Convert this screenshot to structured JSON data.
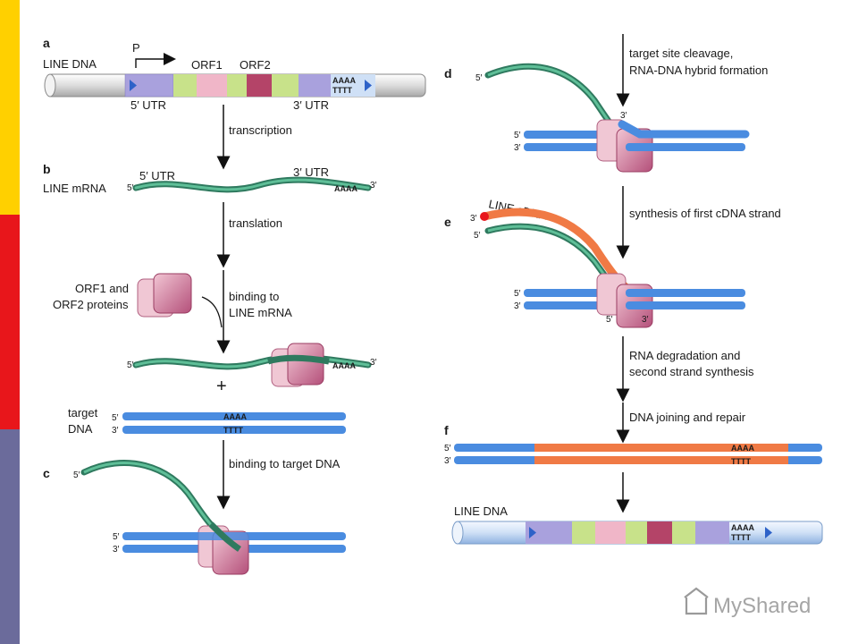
{
  "colors": {
    "accent_yellow": "#ffd000",
    "accent_red": "#e8161b",
    "accent_slate": "#6b6b9b",
    "dna_blue": "#4a8ce0",
    "mrna_green": "#3d9a78",
    "cdna_orange": "#f07a45",
    "protein_pink": "#c96a86",
    "orf_green": "#c8e28a",
    "orf_pink": "#f0b6c8",
    "orf_maroon": "#b44468",
    "utr_purple": "#a9a1dd"
  },
  "panels": {
    "a": {
      "letter": "a",
      "title": "LINE DNA",
      "promoter": "P",
      "orf1": "ORF1",
      "orf2": "ORF2",
      "utr5": "5′ UTR",
      "utr3": "3′ UTR",
      "polyA_top": "AAAA",
      "polyA_bottom": "TTTT"
    },
    "b": {
      "letter": "b",
      "title": "LINE mRNA",
      "utr5": "5′ UTR",
      "utr3": "3′ UTR",
      "end5": "5′",
      "end3": "3′",
      "polyA": "AAAA"
    },
    "proteins": {
      "label_line1": "ORF1 and",
      "label_line2": "ORF2 proteins",
      "end5": "5′",
      "end3": "3′",
      "polyA": "AAAA",
      "plus": "+"
    },
    "target": {
      "label_line1": "target",
      "label_line2": "DNA",
      "end5": "5′",
      "end3": "3′",
      "polyA_top": "AAAA",
      "polyA_bottom": "TTTT"
    },
    "c": {
      "letter": "c",
      "end5": "5′",
      "dna5": "5′",
      "dna3": "3′"
    },
    "d": {
      "letter": "d",
      "end5": "5′",
      "end3": "3′",
      "dna5": "5′",
      "dna3": "3′"
    },
    "e": {
      "letter": "e",
      "cdna": "LINE cDNA",
      "end3": "3′",
      "end5": "5′",
      "dna5": "5′",
      "dna3": "3′",
      "rna3": "3′",
      "rna5": "5′"
    },
    "f": {
      "letter": "f",
      "dna5": "5′",
      "dna3": "3′",
      "polyA_top": "AAAA",
      "polyA_bottom": "TTTT",
      "line_dna": "LINE DNA",
      "line_polyA_top": "AAAA",
      "line_polyA_bottom": "TTTT"
    }
  },
  "steps": {
    "transcription": "transcription",
    "translation": "translation",
    "binding_rna_line1": "binding to",
    "binding_rna_line2": "LINE mRNA",
    "binding_target": "binding to target DNA",
    "cleavage_line1": "target site cleavage,",
    "cleavage_line2": "RNA-DNA hybrid formation",
    "synthesis_first": "synthesis of first cDNA strand",
    "degradation_line1": "RNA degradation and",
    "degradation_line2": "second strand synthesis",
    "joining": "DNA joining and repair"
  },
  "watermark": "MyShared"
}
